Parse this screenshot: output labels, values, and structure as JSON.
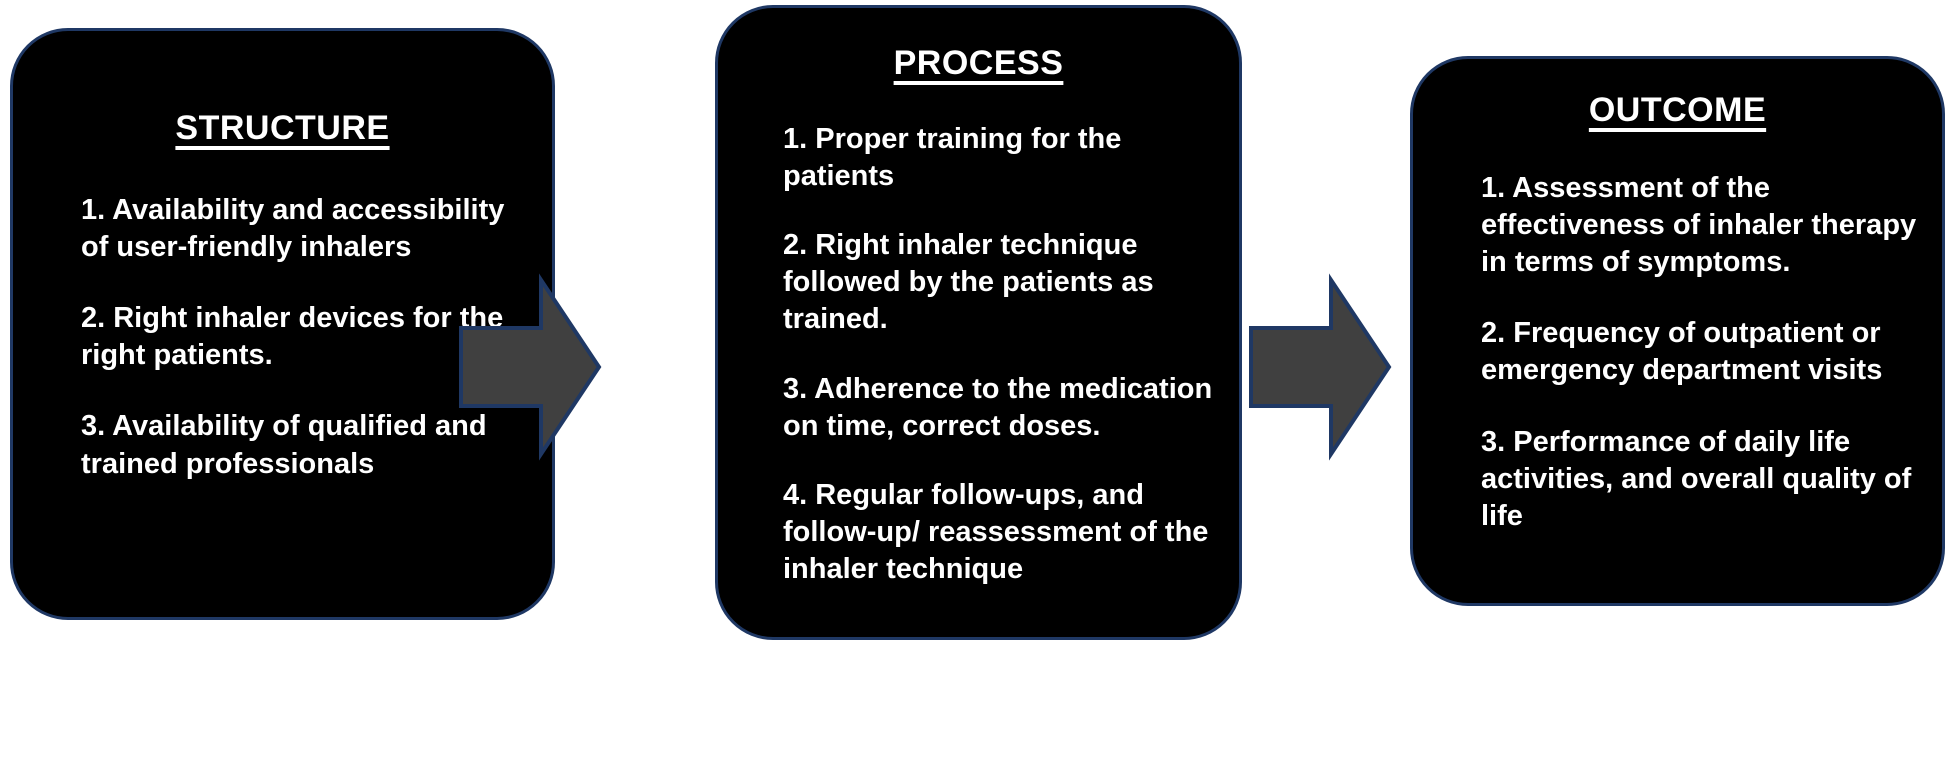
{
  "diagram": {
    "type": "flow",
    "background_color": "#ffffff",
    "panel_fill": "#000000",
    "panel_border_color": "#1f3864",
    "text_color": "#ffffff",
    "arrow_fill": "#404040",
    "arrow_border_color": "#1f3864",
    "panels": [
      {
        "id": "structure",
        "title": "STRUCTURE",
        "items": [
          "1. Availability and accessibility of user-friendly inhalers",
          "2. Right inhaler devices for the right patients.",
          "3. Availability of qualified and trained professionals"
        ]
      },
      {
        "id": "process",
        "title": "PROCESS",
        "items": [
          "1. Proper training for the patients",
          "2. Right inhaler technique followed by the patients as trained.",
          "3.  Adherence to the medication on time, correct doses.",
          "4. Regular follow-ups, and follow-up/ reassessment of the inhaler technique"
        ]
      },
      {
        "id": "outcome",
        "title": "OUTCOME",
        "items": [
          "1. Assessment of the effectiveness of inhaler therapy in terms of symptoms.",
          "2. Frequency of outpatient or emergency department visits",
          "3. Performance of daily life activities, and overall quality of life"
        ]
      }
    ],
    "connectors": [
      {
        "id": "arrow-structure-to-process",
        "icon": "arrow-right-icon",
        "from": "structure",
        "to": "process"
      },
      {
        "id": "arrow-process-to-outcome",
        "icon": "arrow-right-icon",
        "from": "process",
        "to": "outcome"
      }
    ]
  }
}
